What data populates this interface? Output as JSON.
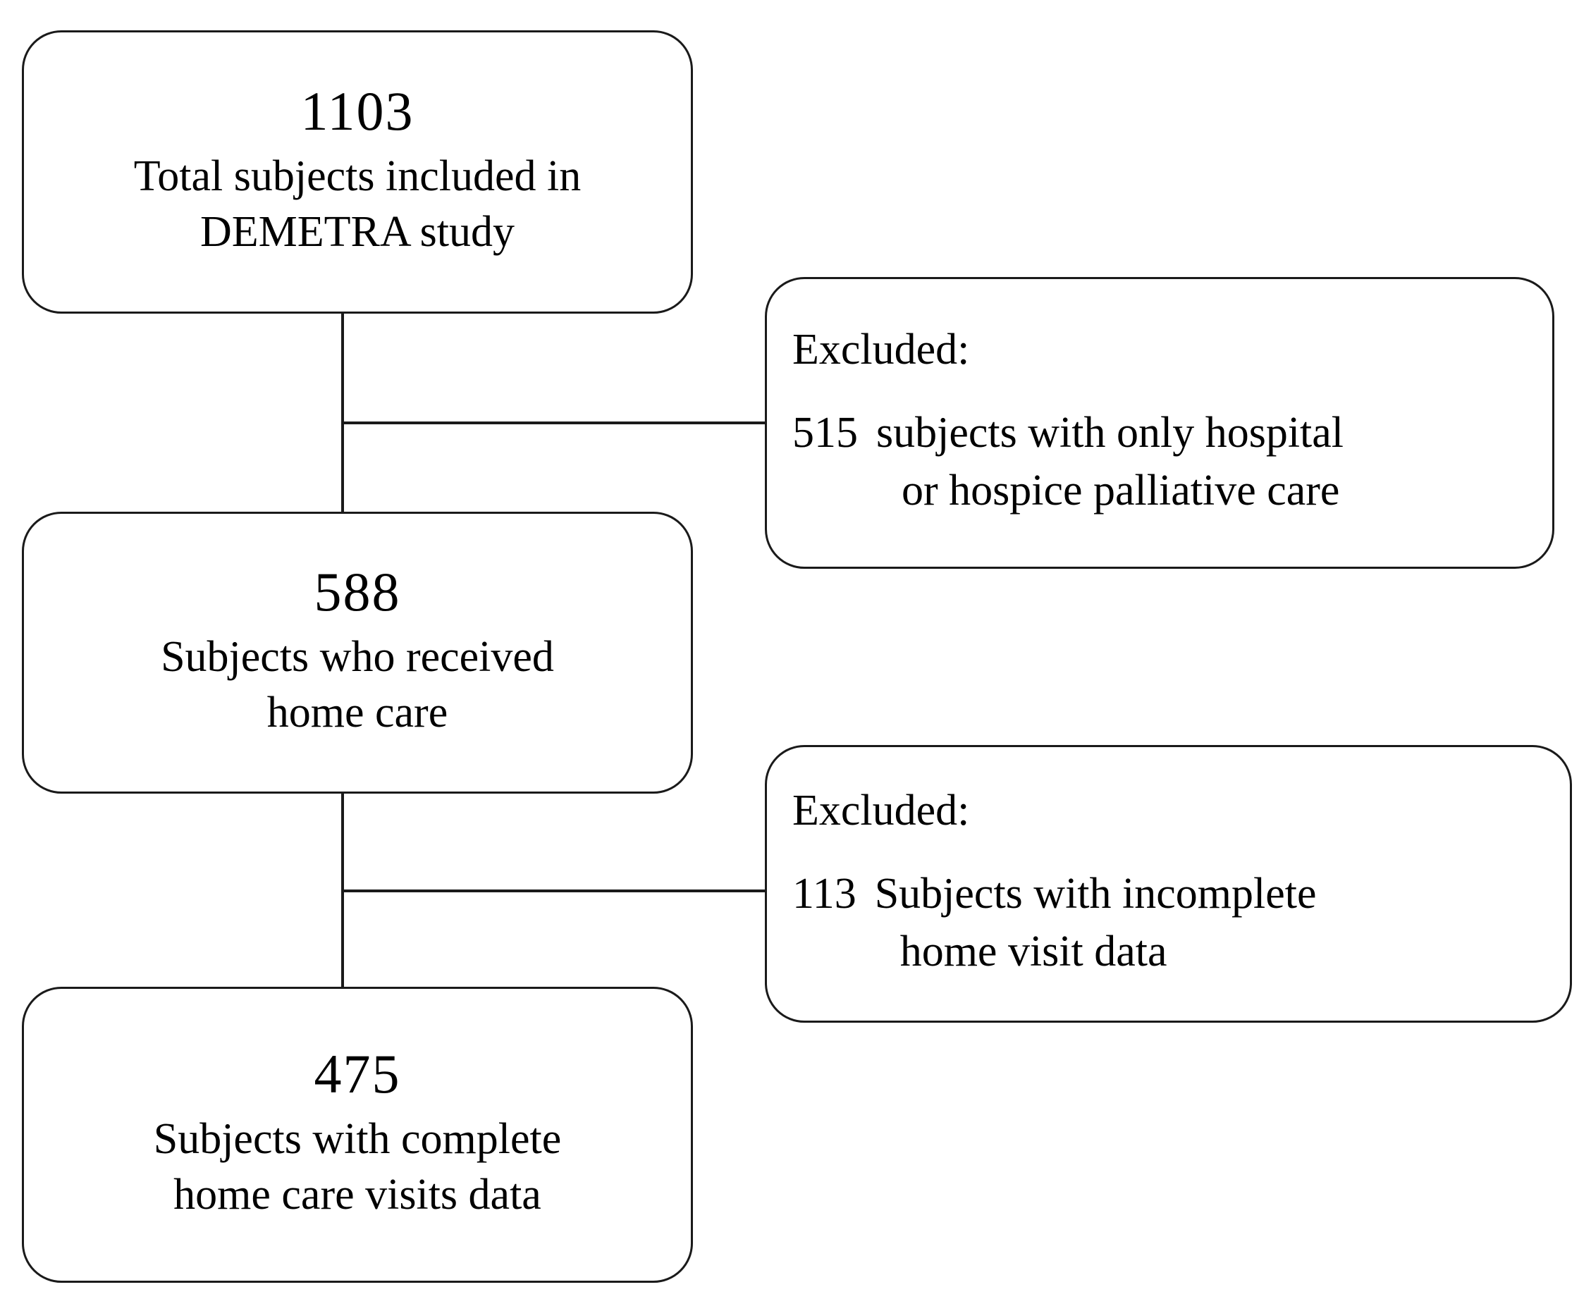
{
  "diagram": {
    "type": "study-flow-diagram",
    "title": "",
    "stroke_color": "#1a1a1a",
    "background_color": "#ffffff"
  },
  "flow": {
    "nodes": [
      {
        "id": "total-enrolled",
        "kind": "main",
        "count": "1103",
        "lines": [
          "Total subjects included in",
          "DEMETRA study"
        ]
      },
      {
        "id": "home-care",
        "kind": "main",
        "count": "588",
        "lines": [
          "Subjects who received",
          "home care"
        ]
      },
      {
        "id": "complete-data",
        "kind": "main",
        "count": "475",
        "lines": [
          "Subjects with complete",
          "home care visits data"
        ]
      }
    ],
    "exclusions": [
      {
        "id": "exclusion-hospital-hospice",
        "heading": "Excluded:",
        "count": "515",
        "lines": [
          "subjects with only hospital",
          "or hospice  palliative care"
        ]
      },
      {
        "id": "exclusion-incomplete-visits",
        "heading": "Excluded:",
        "count": "113",
        "lines": [
          "Subjects with incomplete",
          "home visit data"
        ]
      }
    ]
  }
}
